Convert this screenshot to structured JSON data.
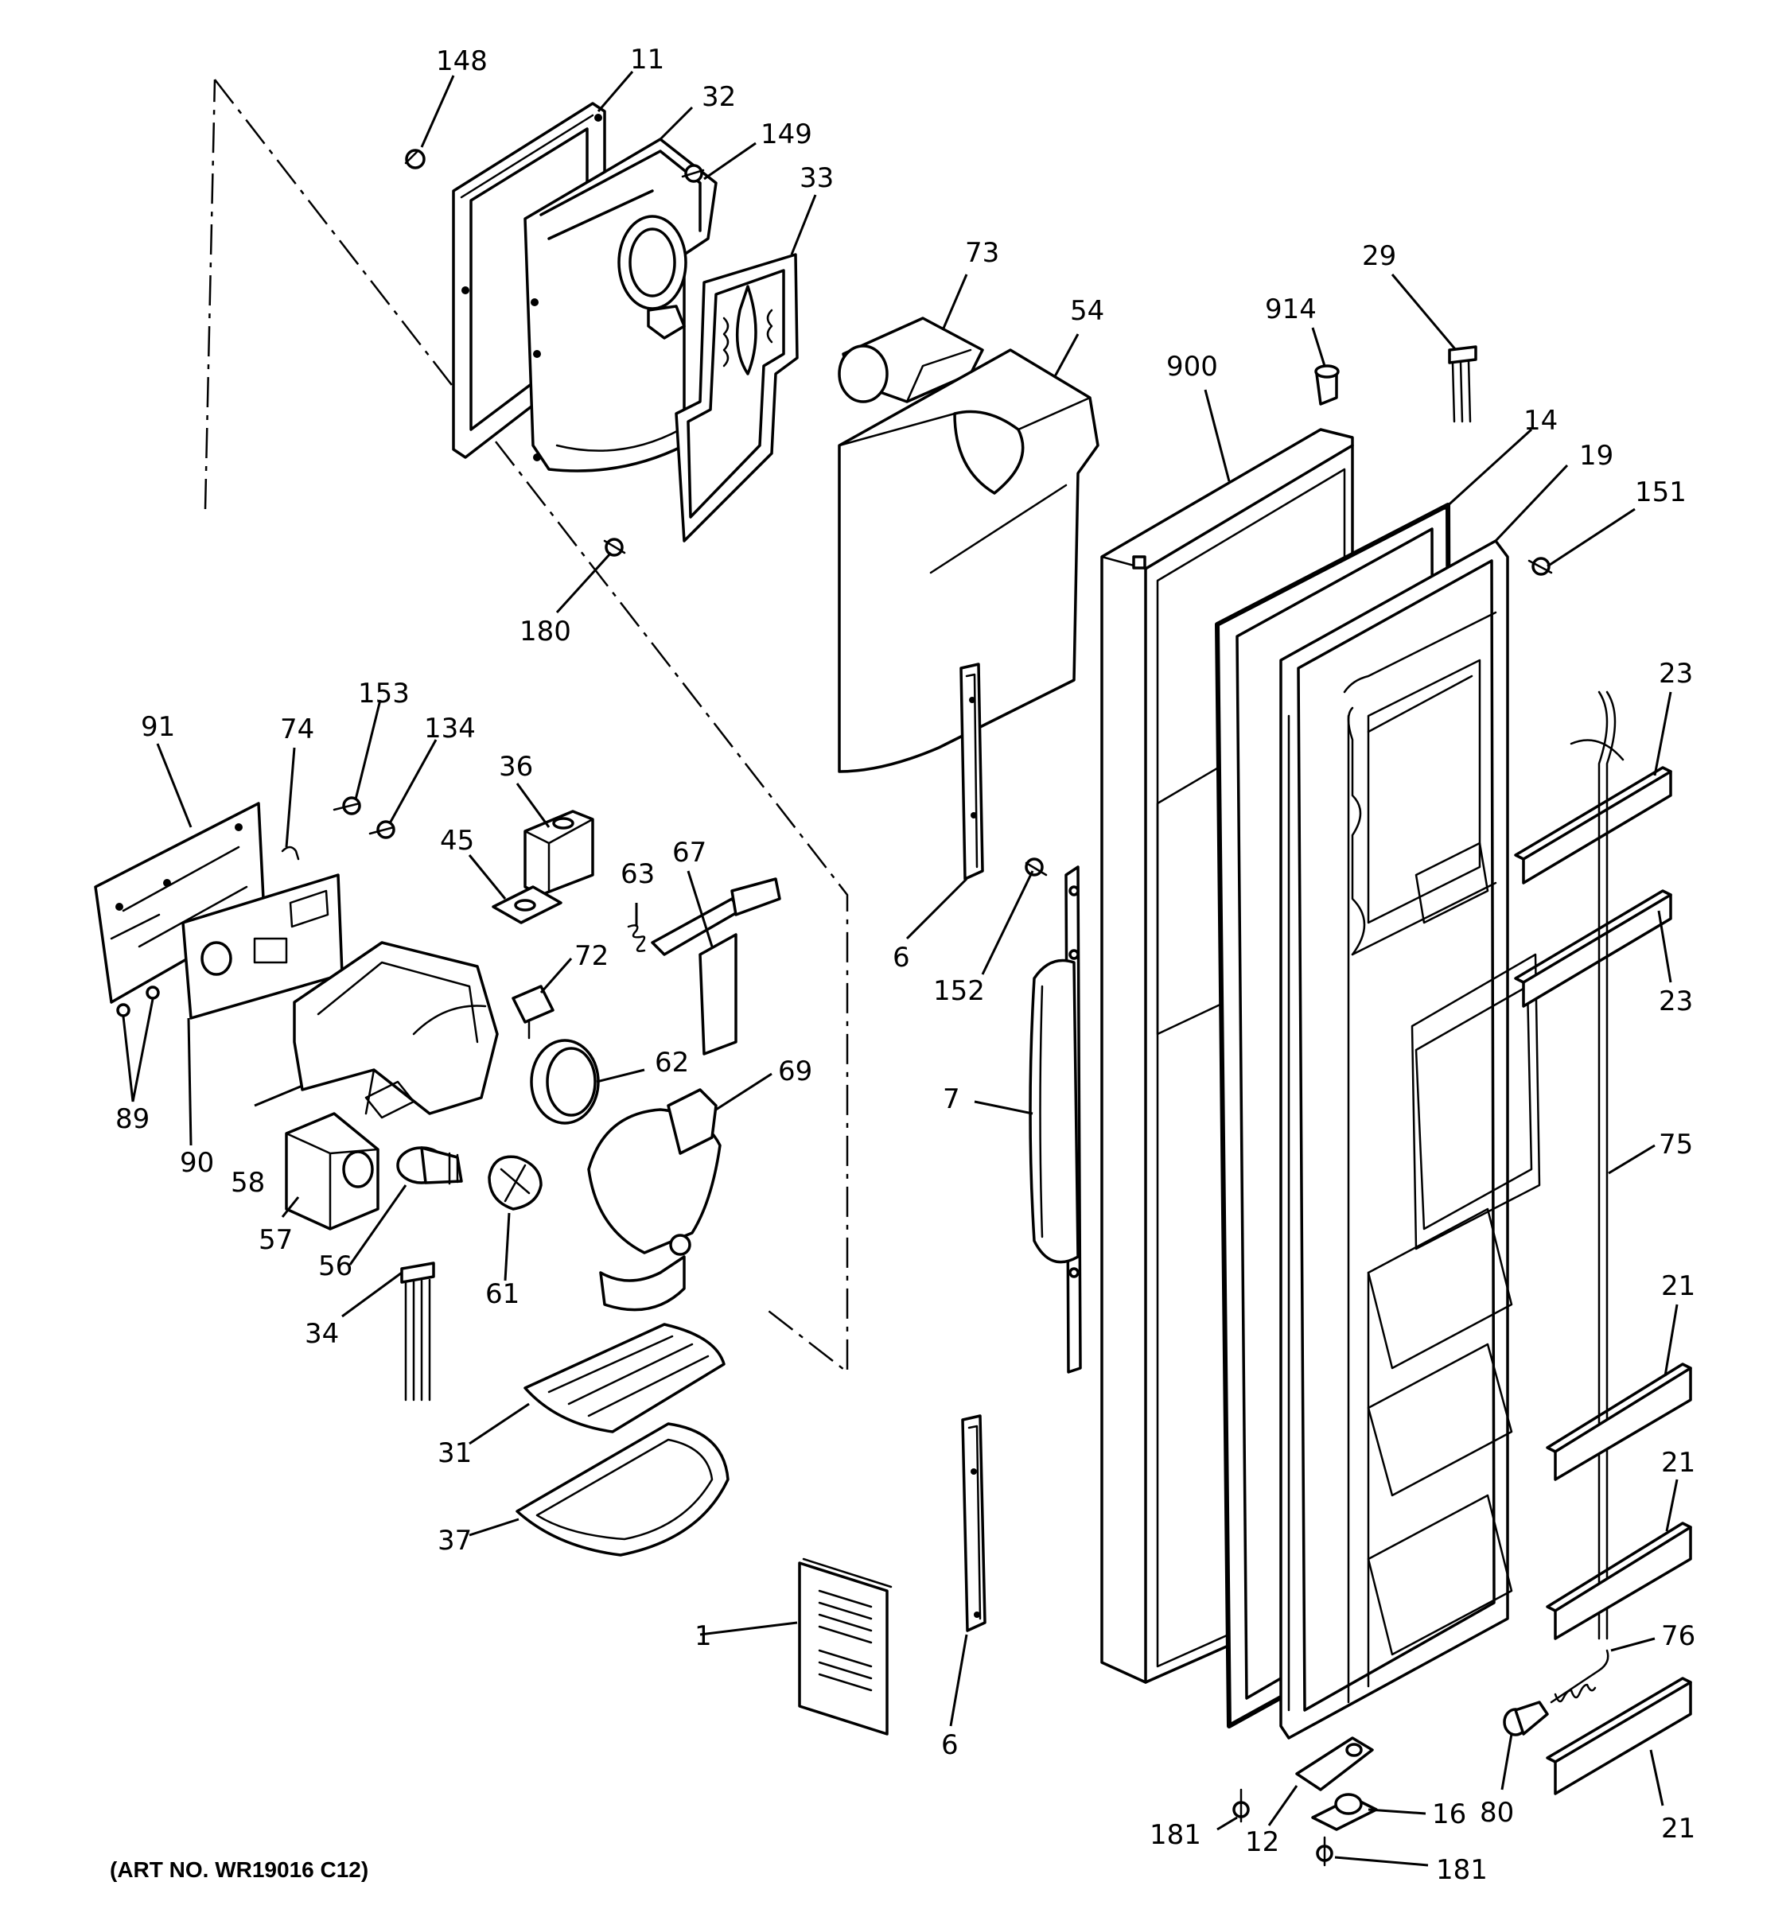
{
  "art_number": "(ART NO. WR19016 C12)",
  "labels": [
    {
      "id": "p148",
      "text": "148"
    },
    {
      "id": "p11",
      "text": "11"
    },
    {
      "id": "p32",
      "text": "32"
    },
    {
      "id": "p149",
      "text": "149"
    },
    {
      "id": "p33",
      "text": "33"
    },
    {
      "id": "p73",
      "text": "73"
    },
    {
      "id": "p54",
      "text": "54"
    },
    {
      "id": "p914",
      "text": "914"
    },
    {
      "id": "p29",
      "text": "29"
    },
    {
      "id": "p900",
      "text": "900"
    },
    {
      "id": "p14",
      "text": "14"
    },
    {
      "id": "p19",
      "text": "19"
    },
    {
      "id": "p151",
      "text": "151"
    },
    {
      "id": "p180",
      "text": "180"
    },
    {
      "id": "p153",
      "text": "153"
    },
    {
      "id": "p134",
      "text": "134"
    },
    {
      "id": "p91",
      "text": "91"
    },
    {
      "id": "p74",
      "text": "74"
    },
    {
      "id": "p36",
      "text": "36"
    },
    {
      "id": "p45",
      "text": "45"
    },
    {
      "id": "p63",
      "text": "63"
    },
    {
      "id": "p67",
      "text": "67"
    },
    {
      "id": "p72",
      "text": "72"
    },
    {
      "id": "p23a",
      "text": "23"
    },
    {
      "id": "p23b",
      "text": "23"
    },
    {
      "id": "p6a",
      "text": "6"
    },
    {
      "id": "p152",
      "text": "152"
    },
    {
      "id": "p62",
      "text": "62"
    },
    {
      "id": "p69",
      "text": "69"
    },
    {
      "id": "p89",
      "text": "89"
    },
    {
      "id": "p90",
      "text": "90"
    },
    {
      "id": "p58",
      "text": "58"
    },
    {
      "id": "p7",
      "text": "7"
    },
    {
      "id": "p75",
      "text": "75"
    },
    {
      "id": "p57",
      "text": "57"
    },
    {
      "id": "p56",
      "text": "56"
    },
    {
      "id": "p61",
      "text": "61"
    },
    {
      "id": "p34",
      "text": "34"
    },
    {
      "id": "p21a",
      "text": "21"
    },
    {
      "id": "p31",
      "text": "31"
    },
    {
      "id": "p21b",
      "text": "21"
    },
    {
      "id": "p37",
      "text": "37"
    },
    {
      "id": "p1",
      "text": "1"
    },
    {
      "id": "p76",
      "text": "76"
    },
    {
      "id": "p6b",
      "text": "6"
    },
    {
      "id": "p80",
      "text": "80"
    },
    {
      "id": "p16",
      "text": "16"
    },
    {
      "id": "p181a",
      "text": "181"
    },
    {
      "id": "p12",
      "text": "12"
    },
    {
      "id": "p21c",
      "text": "21"
    },
    {
      "id": "p181b",
      "text": "181"
    }
  ]
}
